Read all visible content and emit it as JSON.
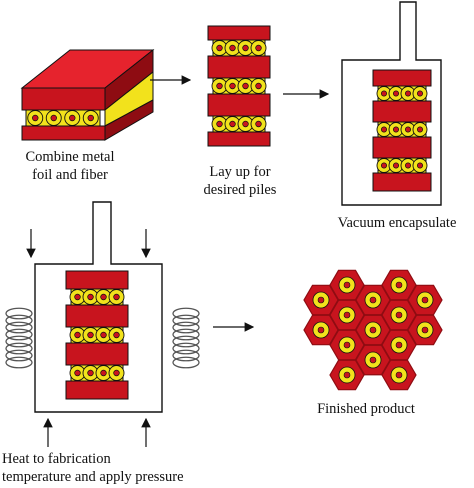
{
  "colors": {
    "metal": "#c8141e",
    "metal_side": "#8e0c12",
    "metal_top": "#e6232d",
    "fiber": "#f2e21c",
    "fiber_core": "#c8141e",
    "line": "#111111",
    "background": "#ffffff"
  },
  "steps": [
    {
      "id": "combine",
      "caption_lines": [
        "Combine metal",
        "foil and fiber"
      ]
    },
    {
      "id": "layup",
      "caption_lines": [
        "Lay up for",
        "desired piles"
      ]
    },
    {
      "id": "vacuum",
      "caption_lines": [
        "Vacuum encapsulate"
      ]
    },
    {
      "id": "heat-press",
      "caption_lines": [
        "Heat to fabrication",
        "temperature and apply pressure"
      ]
    },
    {
      "id": "finished",
      "caption_lines": [
        "Finished product"
      ]
    }
  ],
  "icons": [
    "arrow-right-icon",
    "arrow-down-icon",
    "arrow-up-icon",
    "heating-coil-icon"
  ]
}
